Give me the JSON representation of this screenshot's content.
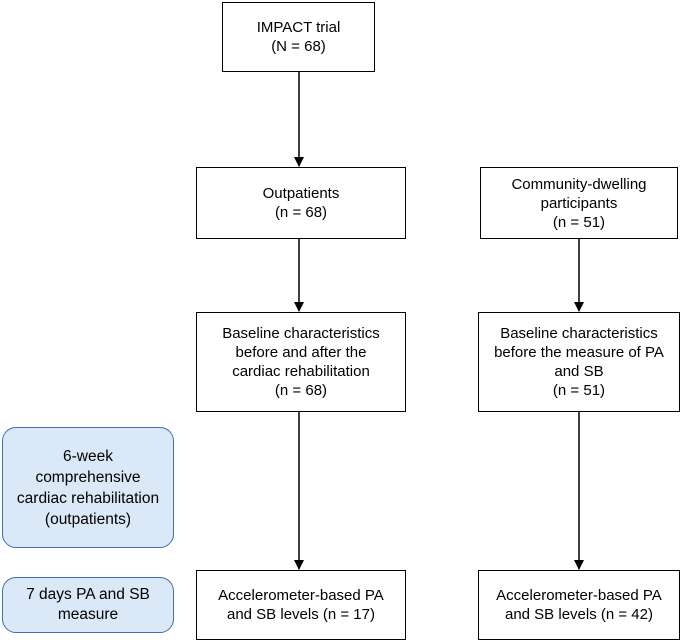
{
  "nodes": {
    "impact": {
      "lines": [
        "IMPACT trial",
        "(N = 68)"
      ]
    },
    "outpatients": {
      "lines": [
        "Outpatients",
        "(n = 68)"
      ]
    },
    "community": {
      "lines": [
        "Community-dwelling",
        "participants",
        "(n = 51)"
      ]
    },
    "baseline_out": {
      "lines": [
        "Baseline characteristics",
        "before and after the",
        "cardiac rehabilitation",
        "(n = 68)"
      ]
    },
    "baseline_com": {
      "lines": [
        "Baseline characteristics",
        "before the measure of PA",
        "and SB",
        "(n = 51)"
      ]
    },
    "accel_out": {
      "lines": [
        "Accelerometer-based PA",
        "and SB levels (n = 17)"
      ]
    },
    "accel_com": {
      "lines": [
        "Accelerometer-based PA",
        "and SB levels (n = 42)"
      ]
    }
  },
  "side_labels": {
    "rehab": {
      "lines": [
        "6-week",
        "comprehensive",
        "cardiac rehabilitation",
        "(outpatients)"
      ]
    },
    "measure": {
      "lines": [
        "7 days PA and SB",
        "measure"
      ]
    }
  },
  "colors": {
    "box_border": "#000000",
    "side_fill": "#dbe8f8",
    "side_border": "#3b6fb6"
  }
}
